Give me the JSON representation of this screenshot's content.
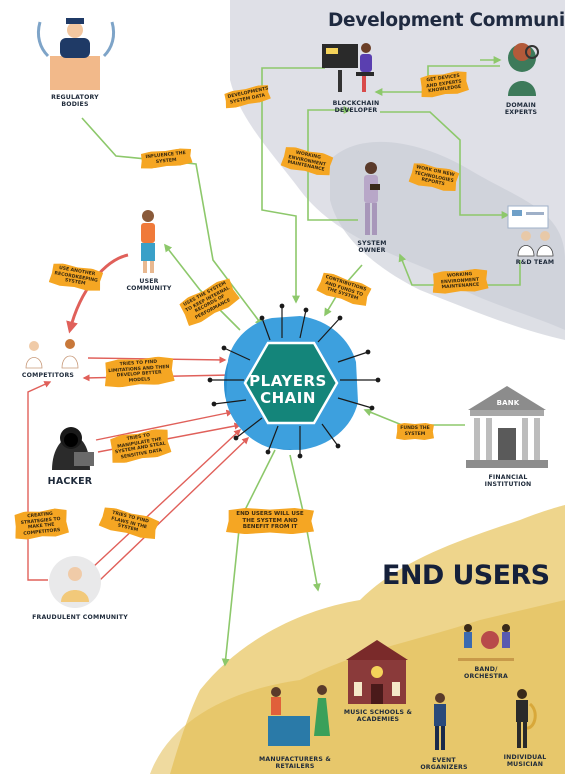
{
  "titles": {
    "development_community": "Development Community",
    "end_users": "END USERS",
    "hub": "PLAYERS CHAIN"
  },
  "nodes": {
    "regulatory_bodies": "REGULATORY BODIES",
    "blockchain_developer": "BLOCKCHAIN DEVELOPER",
    "domain_experts": "DOMAIN EXPERTS",
    "system_owner": "SYSTEM OWNER",
    "rd_team": "R&D TEAM",
    "user_community": "USER COMMUNITY",
    "competitors": "COMPETITORS",
    "hacker": "HACKER",
    "financial_institution": "FINANCIAL INSTITUTION",
    "fraudulent_community": "FRAUDULENT COMMUNITY",
    "manufacturers_retailers": "MANUFACTURERS & RETAILERS",
    "music_schools": "MUSIC SCHOOLS & ACADEMIES",
    "band_orchestra": "BAND/ ORCHESTRA",
    "event_organizers": "EVENT ORGANIZERS",
    "individual_musician": "INDIVIDUAL MUSICIAN"
  },
  "tags": {
    "developments_data": "DEVELOPMENTS SYSTEM DATA",
    "get_devices": "GET DEVICES AND EXPERTS KNOWLEDGE",
    "influence_system": "INFLUENCE THE SYSTEM",
    "working_env_1": "WORKING ENVIRONMENT MAINTENANCE",
    "work_new_tech": "WORK ON NEW TECHNOLOGIES REPORTS",
    "use_another": "USE ANOTHER RECORDKEEPING SYSTEM",
    "uses_system": "USES THE SYSTEM TO KEEP INTERNAL RECORDS OF PERFORMANCE",
    "contributions": "CONTRIBUTIONS AND FUNDS TO THE SYSTEM",
    "working_env_2": "WORKING ENVIRONMENT MAINTENANCE",
    "tries_find_limitations": "TRIES TO FIND LIMITATIONS AND THEN DEVELOP BETTER MODELS",
    "tries_manipulate": "TRIES TO MANIPULATE THE SYSTEM AND STEAL SENSITIVE DATA",
    "funds_system": "FUNDS THE SYSTEM",
    "creating_strategies": "CREATING STRATEGIES TO MAKE THE COMPETITORS",
    "tries_find_flaws": "TRIES TO FIND FLAWS IN THE SYSTEM",
    "end_users_will": "END USERS WILL USE THE SYSTEM AND BENEFIT FROM IT"
  },
  "icons": {
    "bank_label": "BANK"
  },
  "colors": {
    "tag": "#f5a623",
    "hub_blue": "#2a8fd1",
    "hub_hex": "#14857a",
    "arrow_green": "#8dc86b",
    "arrow_red": "#e0605a",
    "gold_wash": "#e8c766",
    "grey_wash": "#c9ccd6",
    "title_navy": "#1f2a40"
  }
}
